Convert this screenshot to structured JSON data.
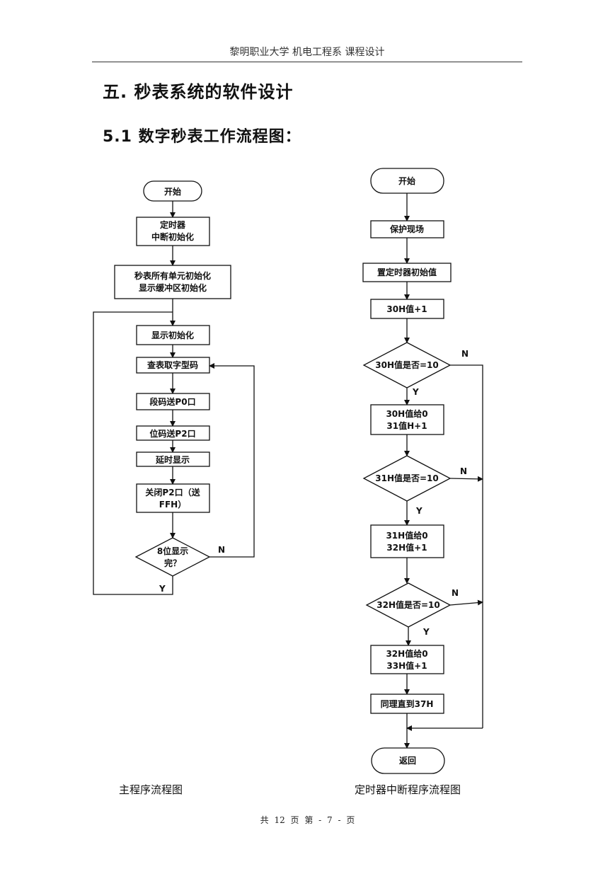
{
  "header": {
    "text": "黎明职业大学  机电工程系  课程设计"
  },
  "section_title": "五. 秒表系统的软件设计",
  "subsection_title": "5.1 数字秒表工作流程图：",
  "main_flow": {
    "start": "开始",
    "timer_init_l1": "定时器",
    "timer_init_l2": "中断初始化",
    "sec_init_l1": "秒表所有单元初始化",
    "sec_init_l2": "显示缓冲区初始化",
    "disp_init": "显示初始化",
    "lookup": "查表取字型码",
    "seg_p0": "段码送P0口",
    "bit_p2": "位码送P2口",
    "delay": "延时显示",
    "close_l1": "关闭P2口（送",
    "close_l2": "FFH）",
    "cond_l1": "8位显示",
    "cond_l2": "完？",
    "n": "N",
    "y": "Y"
  },
  "timer_flow": {
    "start": "开始",
    "protect": "保护现场",
    "set_init": "置定时器初始值",
    "inc30": "30H值+1",
    "cond30": "30H值是否=10",
    "act30_l1": "30H值给0",
    "act30_l2": "31值H+1",
    "cond31": "31H值是否=10",
    "act31_l1": "31H值给0",
    "act31_l2": "32H值+1",
    "cond32": "32H值是否=10",
    "act32_l1": "32H值给0",
    "act32_l2": "33H值+1",
    "same": "同理直到37H",
    "ret": "返回",
    "n": "N",
    "y": "Y"
  },
  "captions": {
    "main": "主程序流程图",
    "timer": "定时器中断程序流程图"
  },
  "footer": {
    "text": "共 12 页    第 - 7 - 页"
  }
}
